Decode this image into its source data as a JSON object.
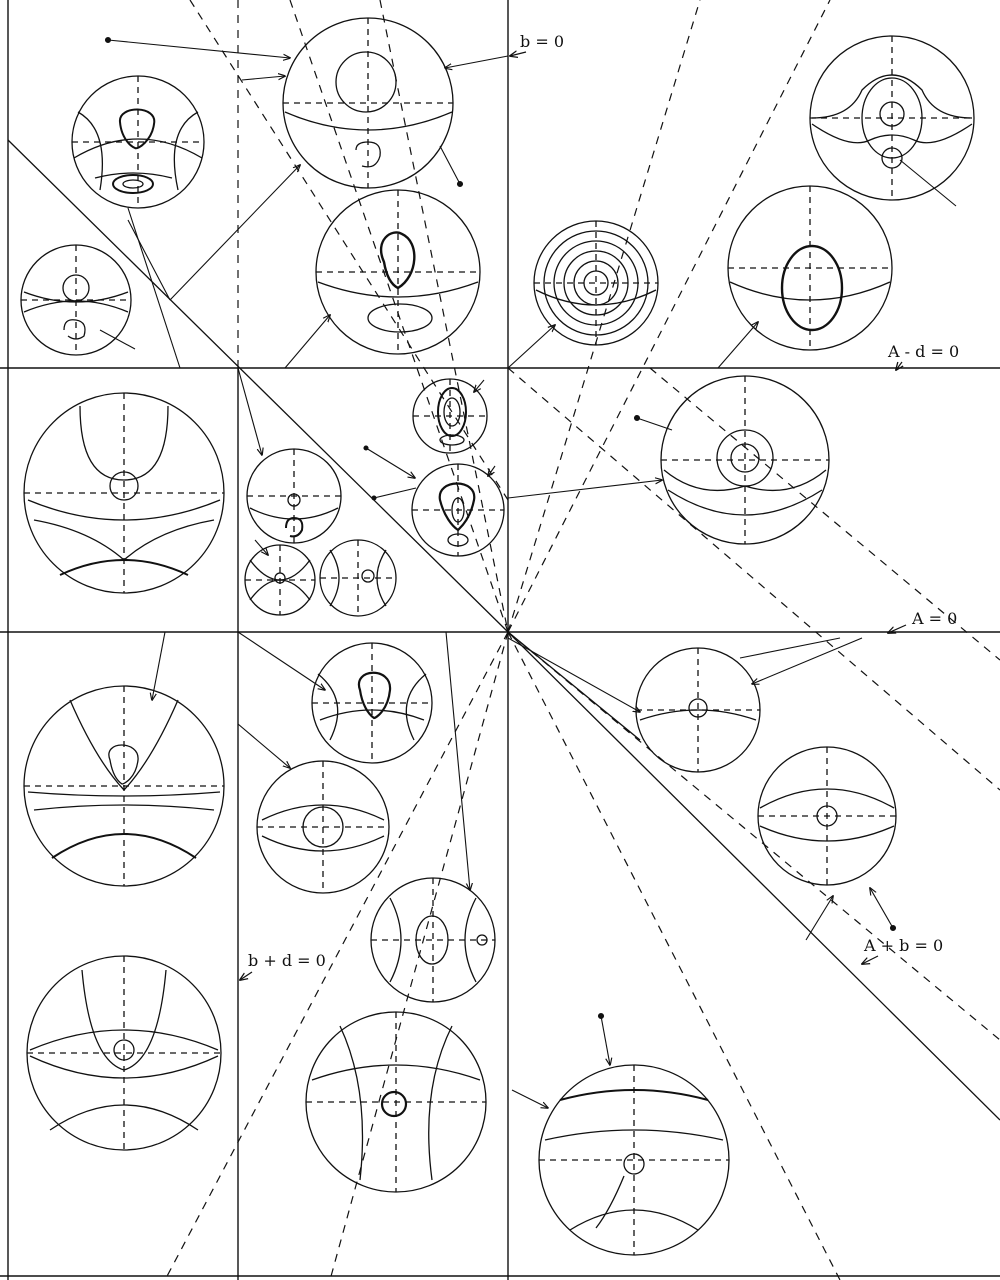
{
  "labels": {
    "b_zero": "b = 0",
    "a_minus_d": "A - d = 0",
    "a_zero": "A = 0",
    "b_plus_d": "b + d = 0",
    "a_plus_b": "A + b = 0"
  },
  "colors": {
    "ink": "#111111",
    "background": "#ffffff"
  }
}
